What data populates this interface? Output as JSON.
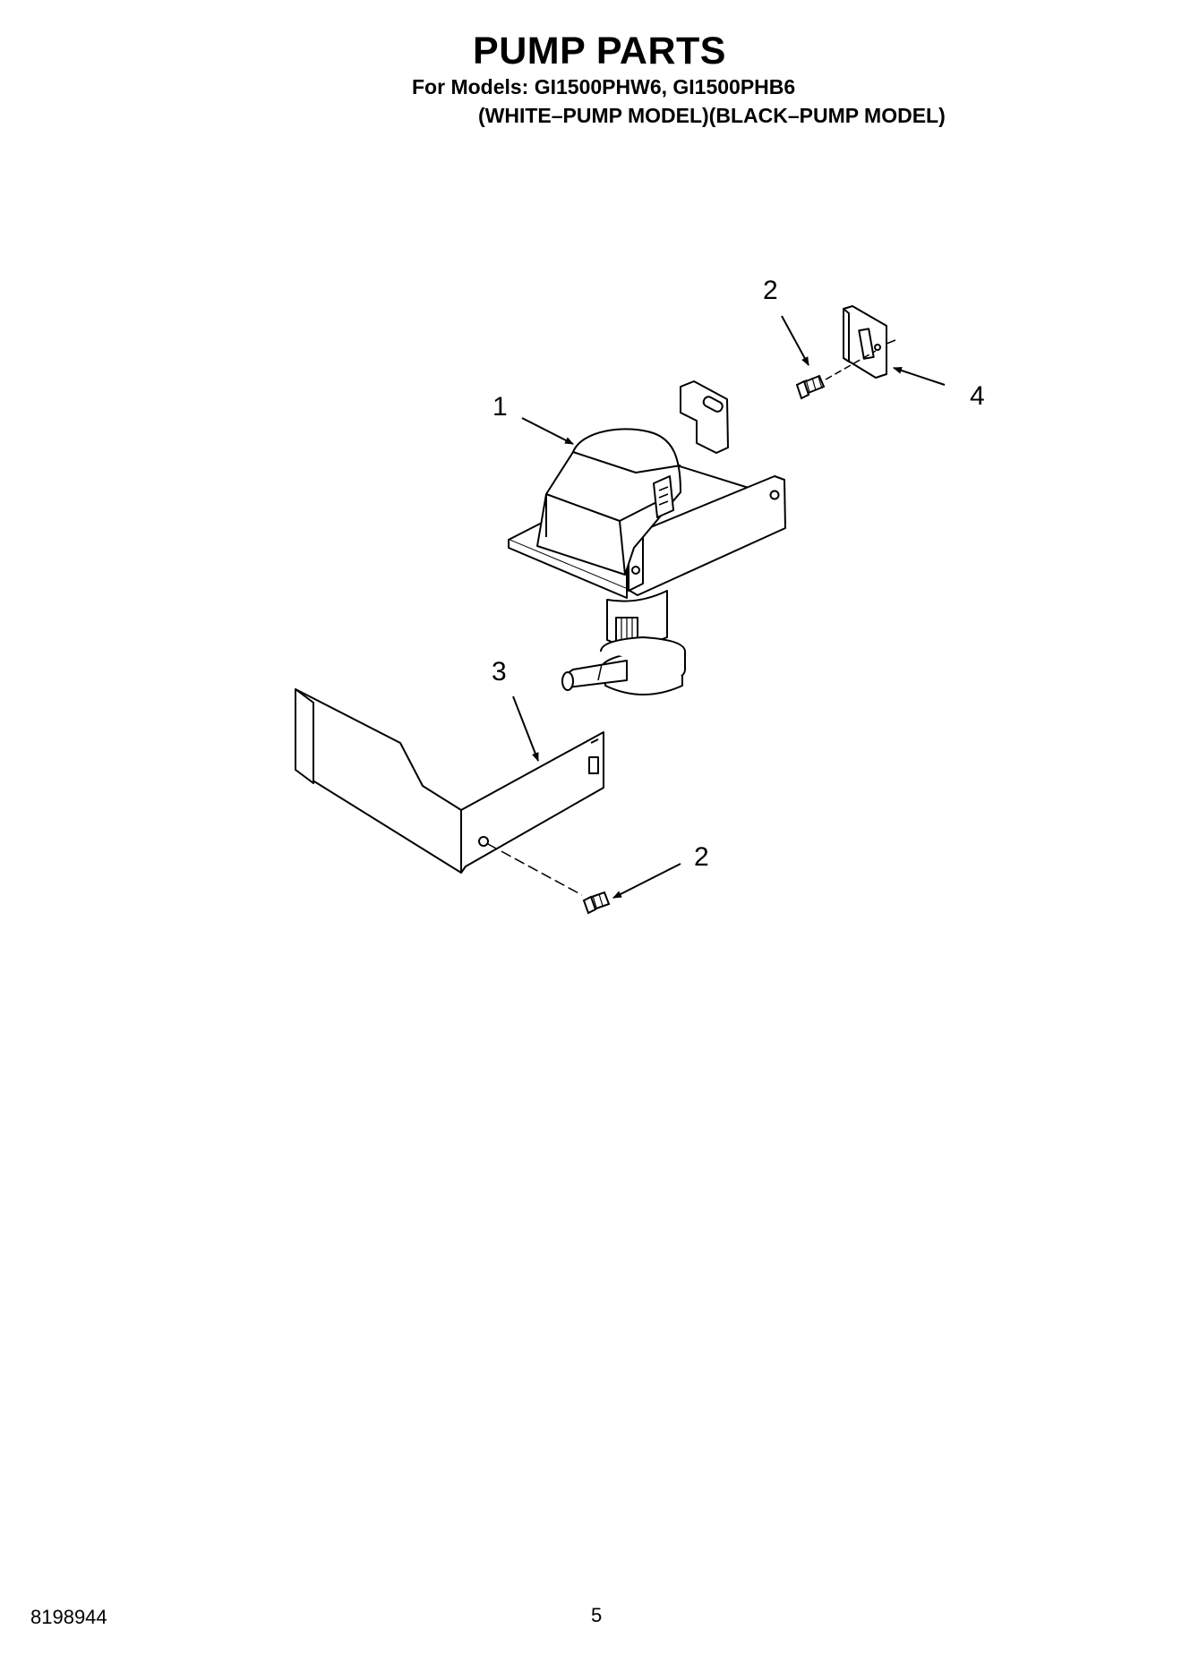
{
  "header": {
    "title": "PUMP PARTS",
    "models": "For Models: GI1500PHW6, GI1500PHB6",
    "variants": "(WHITE–PUMP MODEL)(BLACK–PUMP MODEL)"
  },
  "callouts": {
    "pump": "1",
    "screw_upper": "2",
    "cover": "3",
    "screw_lower": "2",
    "bracket": "4"
  },
  "footer": {
    "doc_number": "8198944",
    "page_number": "5"
  }
}
